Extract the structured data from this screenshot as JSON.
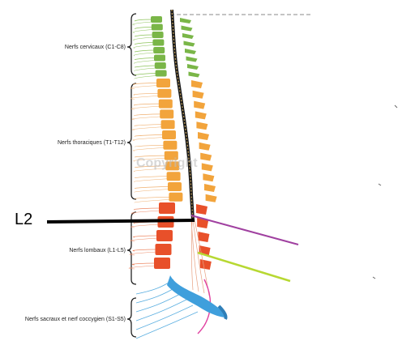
{
  "regions": [
    {
      "key": "cervical",
      "label": "Nerfs cervicaux (C1-C8)",
      "color": "#7ab648",
      "nerve_color": "#8cc35a"
    },
    {
      "key": "thoracic",
      "label": "Nerfs thoraciques (T1-T12)",
      "color": "#f2a43c",
      "nerve_color": "#f0b070"
    },
    {
      "key": "lumbar",
      "label": "Nerfs lombaux (L1-L5)",
      "color": "#e8502a",
      "nerve_color": "#ee8a66"
    },
    {
      "key": "sacral",
      "label": "Nerfs sacraux et nerf coccygien (S1-S5)",
      "color": "#3f9fdc",
      "nerve_color": "#5aaee0"
    }
  ],
  "marker": {
    "label": "L2",
    "color": "#000000"
  },
  "pointers": [
    {
      "name": "purple-pointer",
      "color": "#a040a0"
    },
    {
      "name": "green-pointer",
      "color": "#b7d832"
    }
  ],
  "watermark": "Copyright",
  "colors": {
    "cord": "#1a1a1a",
    "bracket": "#222222",
    "pink_nerve": "#e040a0"
  }
}
